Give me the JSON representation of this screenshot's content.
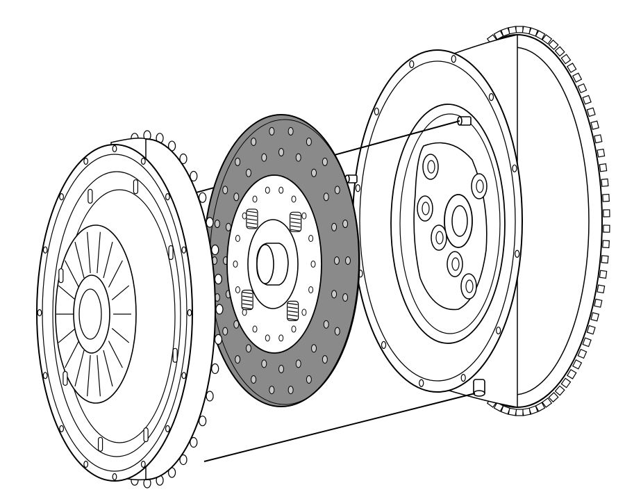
{
  "figure": {
    "background": "#ffffff",
    "line_color": "#000000",
    "disc_fill": "#8a8a8a",
    "parts": [
      {
        "name": "pressure-plate",
        "shown": true
      },
      {
        "name": "clutch-disc",
        "shown": true
      },
      {
        "name": "dual-mass-flywheel",
        "shown": true
      }
    ]
  }
}
